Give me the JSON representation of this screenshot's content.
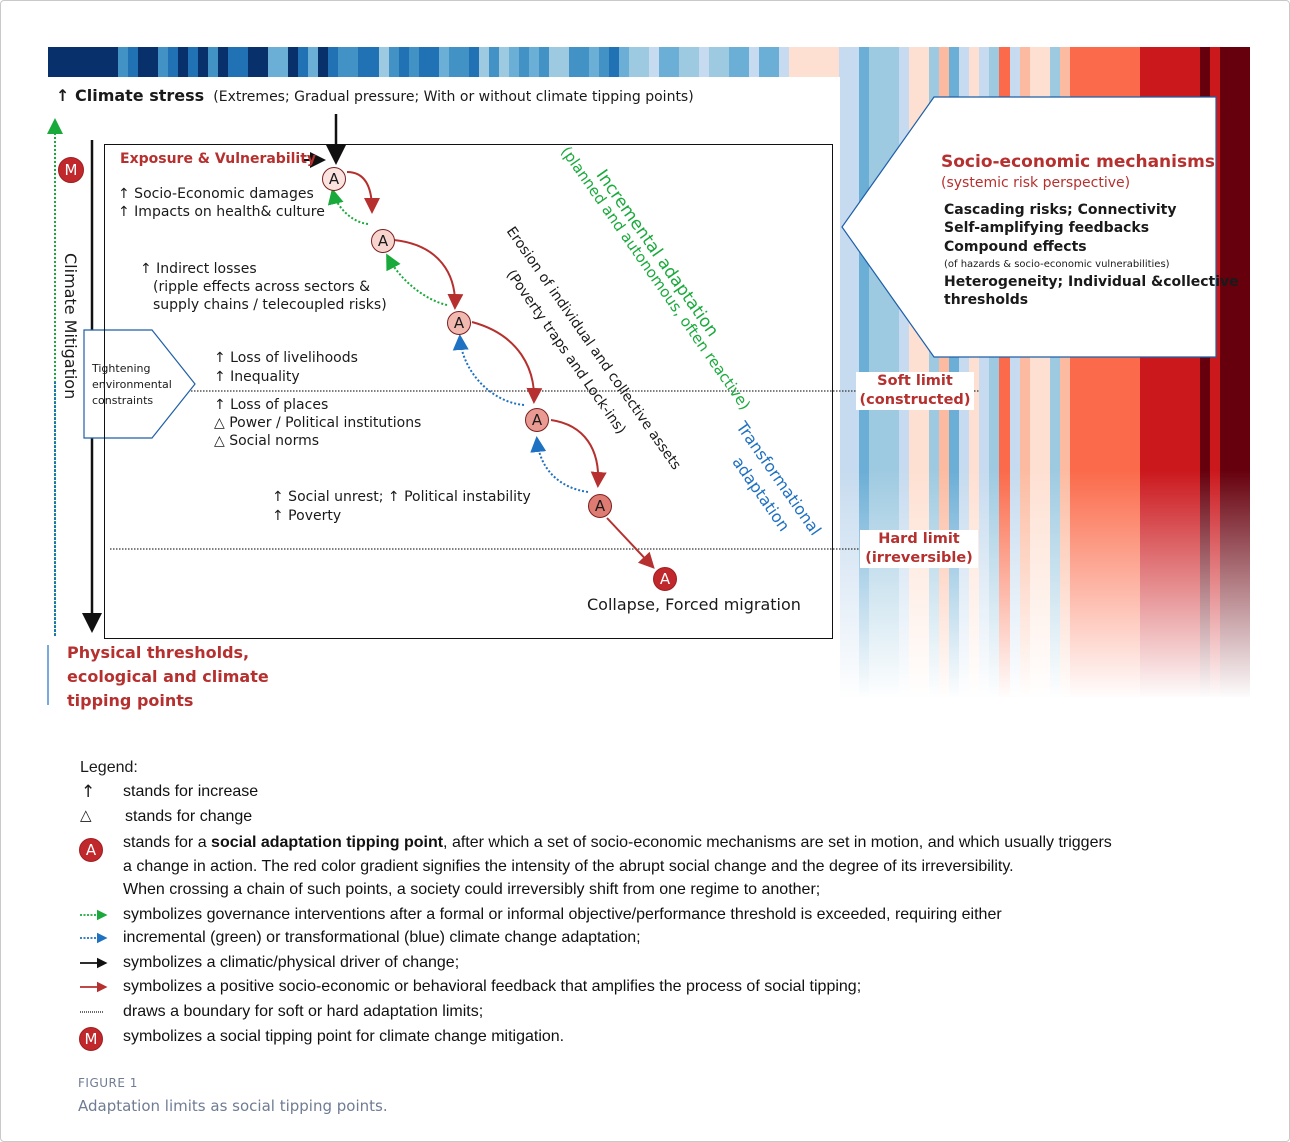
{
  "colors": {
    "accent_red": "#b5302e",
    "incremental_green": "#1aaa3c",
    "transformational_blue": "#1f71c1",
    "stripe_palette": [
      "#08306b",
      "#2171b5",
      "#4292c6",
      "#6baed6",
      "#9ecae1",
      "#c6dbef",
      "#fee0d2",
      "#fcbba1",
      "#fb6a4a",
      "#cb181d",
      "#67000d"
    ]
  },
  "diagram": {
    "climate_stress": {
      "title": "↑ Climate stress",
      "subtitle": "(Extremes; Gradual pressure; With or without climate tipping points)"
    },
    "climate_mitigation": "Climate Mitigation",
    "mitigation_marker": "M",
    "exposure": "Exposure & Vulnerability",
    "node_label": "A",
    "impacts": {
      "line1": "↑ Socio-Economic damages",
      "line2": "↑ Impacts on health& culture",
      "indirect1": "↑ Indirect losses",
      "indirect2": "(ripple effects across sectors &",
      "indirect3": "supply chains /  telecoupled risks)",
      "livelihoods": "↑ Loss of livelihoods",
      "inequality": "↑ Inequality",
      "places": "↑ Loss of places",
      "power": "△ Power / Political institutions",
      "norms": "△ Social norms",
      "unrest": "↑ Social unrest; ↑ Political instability",
      "poverty": "↑ Poverty",
      "collapse": "Collapse, Forced migration"
    },
    "tightening": [
      "Tightening",
      "environmental",
      "constraints"
    ],
    "incremental": {
      "line1": "Incremental adaptation",
      "line2": "(planned and autonomous, often reactive)"
    },
    "erosion": {
      "line1": "Erosion of individual and collective assets",
      "line2": "(Poverty traps and Lock-ins)"
    },
    "transformational": {
      "line1": "Transformational",
      "line2": "adaptation"
    },
    "soft_limit": {
      "line1": "Soft limit",
      "line2": "(constructed)"
    },
    "hard_limit": {
      "line1": "Hard limit",
      "line2": "(irreversible)"
    },
    "physical_thresholds": [
      "Physical thresholds,",
      "ecological and climate",
      "tipping points"
    ],
    "mechanisms": {
      "title": "Socio-economic mechanisms",
      "subtitle": "(systemic risk perspective)",
      "item1": "Cascading risks; Connectivity",
      "item2": "Self-amplifying feedbacks",
      "item3": "Compound effects",
      "item3_note": "(of hazards & socio-economic vulnerabilities)",
      "item4": "Heterogeneity; Individual &collective",
      "item5": "thresholds"
    }
  },
  "legend": {
    "title": "Legend:",
    "increase_symbol": "↑",
    "increase": "stands for increase",
    "change_symbol": "△",
    "change": "stands for change",
    "tipping_symbol": "A",
    "tipping_pre": "stands for a ",
    "tipping_bold": "social adaptation tipping point",
    "tipping_post": ", after which a set of socio-economic mechanisms are set in motion, and which usually triggers",
    "tipping_line2": "a change in action. The red color gradient  signifies the intensity of the abrupt social change and the degree of its irreversibility.",
    "tipping_line3": "When crossing a chain of such points, a society could irreversibly shift from one regime to another;",
    "governance_line1": "symbolizes governance interventions after a formal or informal objective/performance threshold is exceeded, requiring either",
    "governance_line2": "incremental (green) or transformational (blue) climate change adaptation;",
    "driver": "symbolizes a climatic/physical driver of change;",
    "feedback": "symbolizes a positive socio-economic or behavioral feedback that amplifies the process of social tipping;",
    "boundary": "draws a boundary for soft or hard adaptation limits;",
    "mitigation_symbol": "M",
    "mitigation": "symbolizes a social tipping point for climate change mitigation."
  },
  "caption": {
    "label": "FIGURE 1",
    "text": "Adaptation limits as social tipping points."
  }
}
